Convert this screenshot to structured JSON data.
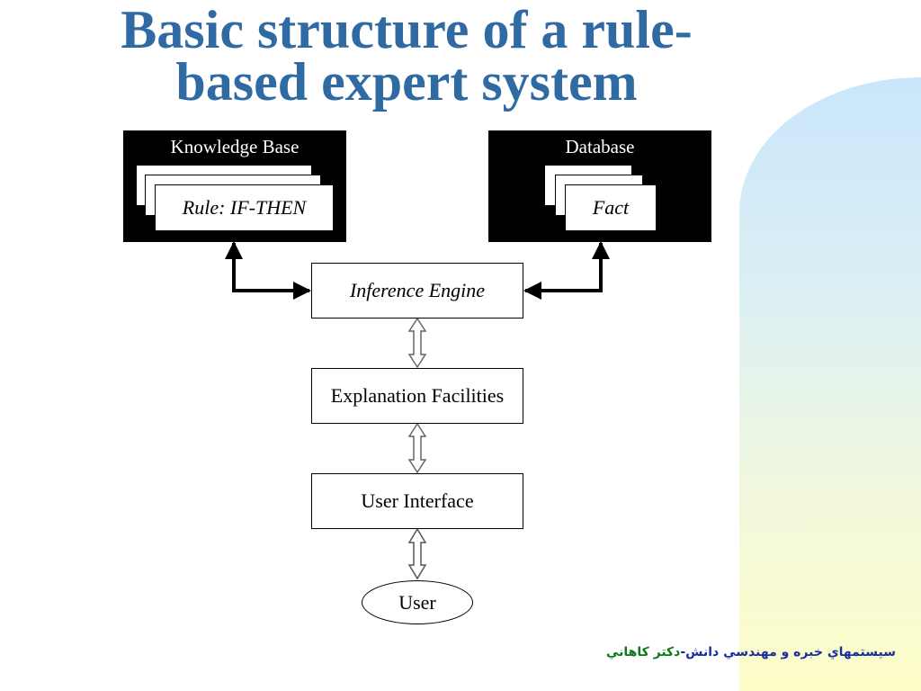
{
  "slide": {
    "title_line1": "Basic structure of a rule-",
    "title_line2": "based expert system"
  },
  "knowledge_base": {
    "title": "Knowledge Base",
    "card_label": "Rule: IF-THEN"
  },
  "database": {
    "title": "Database",
    "card_label": "Fact"
  },
  "nodes": {
    "inference_engine": "Inference Engine",
    "explanation_facilities": "Explanation Facilities",
    "user_interface": "User Interface",
    "user": "User"
  },
  "footer": {
    "part1": "سيستمهاي خبره و مهندسي دانش-",
    "part2": "دكتر كاهاني"
  },
  "colors": {
    "title": "#2f6aa3",
    "footer_text": "#1a2ea0",
    "footer_name": "#0b7a18",
    "footer_bg": "#fdfdc8"
  }
}
